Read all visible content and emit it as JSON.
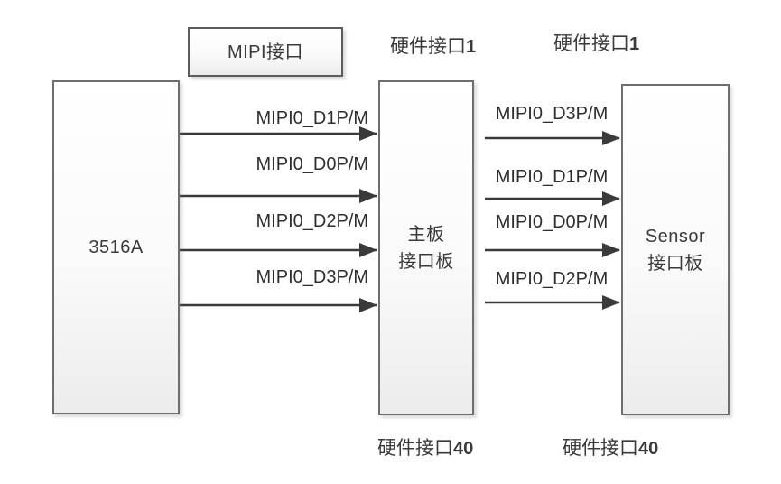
{
  "diagram": {
    "boxes": {
      "chip": {
        "label": "3516A"
      },
      "mipi_port": {
        "label": "MIPI接口"
      },
      "mainboard": {
        "line1": "主板",
        "line2": "接口板"
      },
      "sensor": {
        "line1": "Sensor",
        "line2": "接口板"
      }
    },
    "annotations": {
      "mainboard_top": {
        "text": "硬件接口",
        "num": "1"
      },
      "sensor_top": {
        "text": "硬件接口",
        "num": "1"
      },
      "mainboard_bottom": {
        "text": "硬件接口",
        "num": "40"
      },
      "sensor_bottom": {
        "text": "硬件接口",
        "num": "40"
      }
    },
    "left_bus_signals": [
      "MIPI0_D1P/M",
      "MIPI0_D0P/M",
      "MIPI0_D2P/M",
      "MIPI0_D3P/M"
    ],
    "right_bus_signals": [
      "MIPI0_D3P/M",
      "MIPI0_D1P/M",
      "MIPI0_D0P/M",
      "MIPI0_D2P/M"
    ],
    "colors": {
      "background": "#ffffff",
      "box_border": "#6e6e6e",
      "box_fill_top": "#ffffff",
      "box_fill_bottom": "#ececec",
      "arrow": "#3a3a3a",
      "text": "#3a3a3a"
    }
  }
}
